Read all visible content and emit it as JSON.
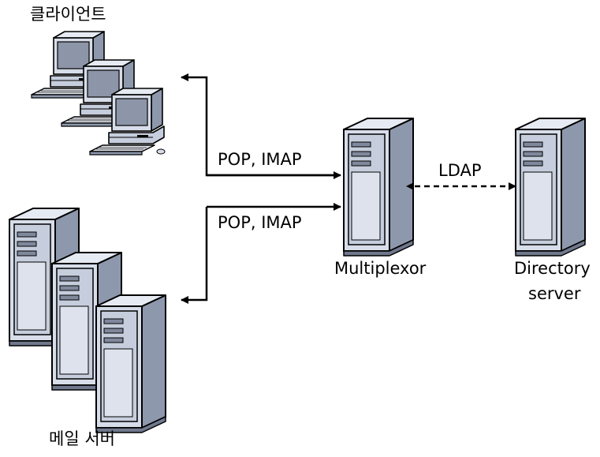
{
  "labels": {
    "clients": "클라이언트",
    "mail_servers": "메일 서버",
    "multiplexor": "Multiplexor",
    "directory_line1": "Directory",
    "directory_line2": "server",
    "protocol_clients": "POP, IMAP",
    "protocol_mail": "POP, IMAP",
    "protocol_ldap": "LDAP"
  },
  "colors": {
    "server_light": "#d7dde9",
    "server_mid": "#b9c2d3",
    "server_dark": "#8e98ad",
    "screen": "#8d95a8",
    "outline": "#000000"
  },
  "icons": [
    "client-workstation-icon",
    "server-tower-icon"
  ]
}
